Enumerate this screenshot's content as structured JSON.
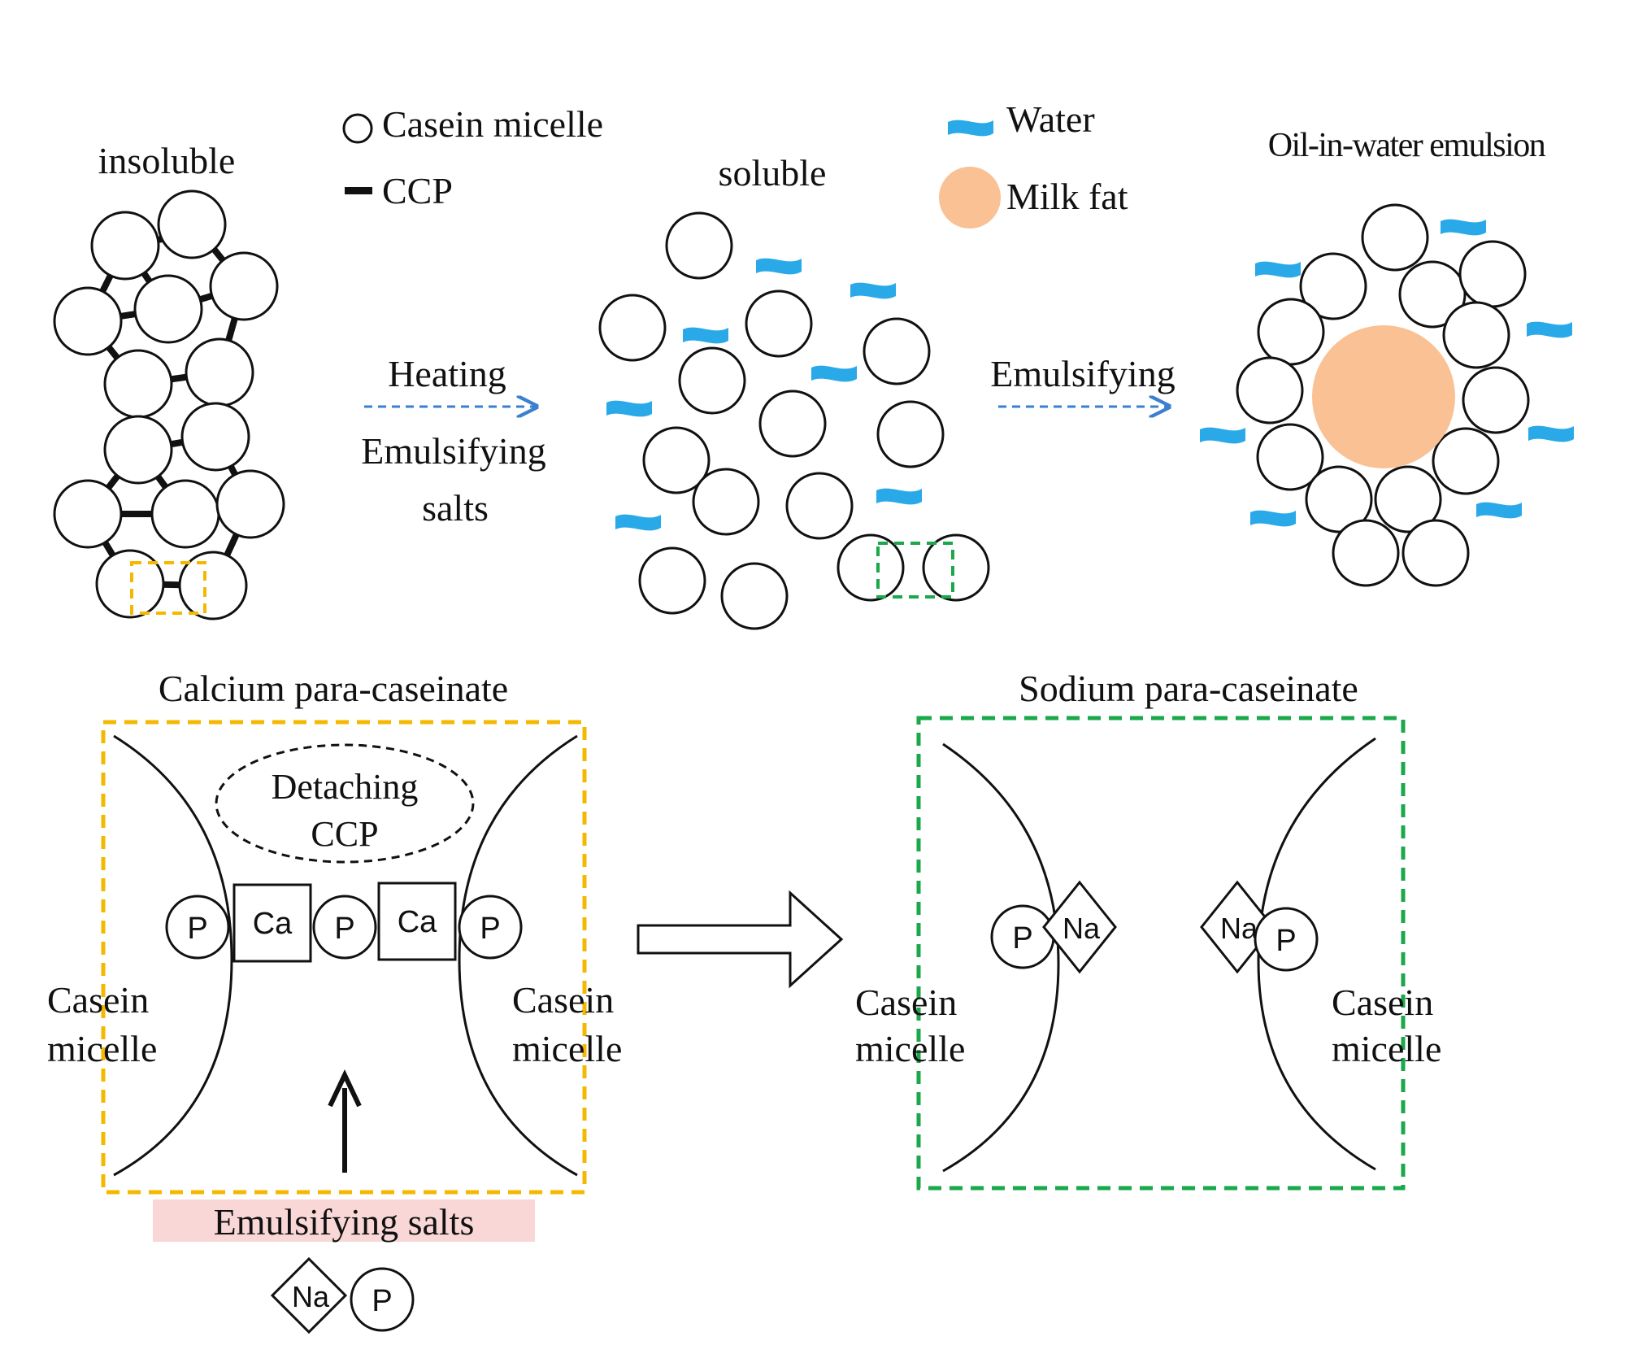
{
  "legend": {
    "casein_micelle": "Casein micelle",
    "ccp": "CCP",
    "water": "Water",
    "milk_fat": "Milk fat"
  },
  "stages": {
    "insoluble": "insoluble",
    "soluble": "soluble",
    "emulsion": "Oil-in-water emulsion"
  },
  "arrows": {
    "heating": "Heating",
    "emulsifying_salts_line1": "Emulsifying",
    "emulsifying_salts_line2": "salts",
    "emulsifying": "Emulsifying"
  },
  "panels": {
    "calcium_title": "Calcium para-caseinate",
    "sodium_title": "Sodium para-caseinate",
    "detaching_line1": "Detaching",
    "detaching_line2": "CCP",
    "casein_line1": "Casein",
    "micelle_line2": "micelle",
    "emulsifying_salts": "Emulsifying salts"
  },
  "symbols": {
    "p": "P",
    "ca": "Ca",
    "na": "Na"
  },
  "colors": {
    "water": "#29a9e8",
    "milk_fat": "#f9c194",
    "calcium_box": "#f5b800",
    "sodium_box": "#1aa84a",
    "salts_highlight": "#fad7d7",
    "flow_arrow": "#3a7fd0"
  }
}
